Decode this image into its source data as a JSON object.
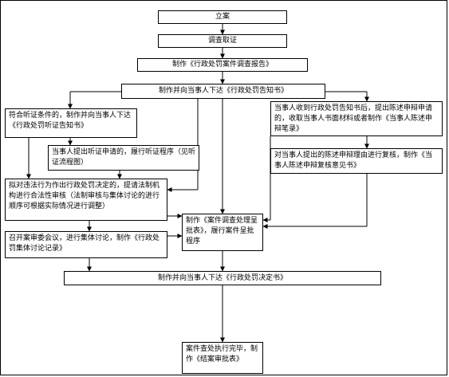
{
  "nodes": {
    "n1": "立案",
    "n2": "调查取证",
    "n3": "制作《行政处罚案件调查报告》",
    "n4": "制作并向当事人下达《行政处罚告知书》",
    "n5": "符合听证条件的，制作并向当事人下达《行政处罚听证告知书》",
    "n6": "当事人提出听证申请的，履行听证程序（见听证流程图）",
    "n7": "当事人收到行政处罚告知书后，提出陈述申辩申请的，收取当事人书面材料或者制作《当事人陈述申辩笔录》",
    "n8": "对当事人提出的陈述申辩理由进行复核，制作《当事人陈述申辩复核意见书》",
    "n9": "拟对违法行为作出行政处罚决定的，提请法制机构进行合法性审核（法制审核与集体讨论的进行顺序可根据实际情况进行调整）",
    "n10": "制作《案件调查处理呈批表》，履行案件呈批程序",
    "n11": "召开案审委会议，进行集体讨论，制作《行政处罚集体讨论记录》",
    "n12": "制作并向当事人下达《行政处罚决定书》",
    "n13": "案件查处执行完毕，制作《结案审批表》"
  }
}
